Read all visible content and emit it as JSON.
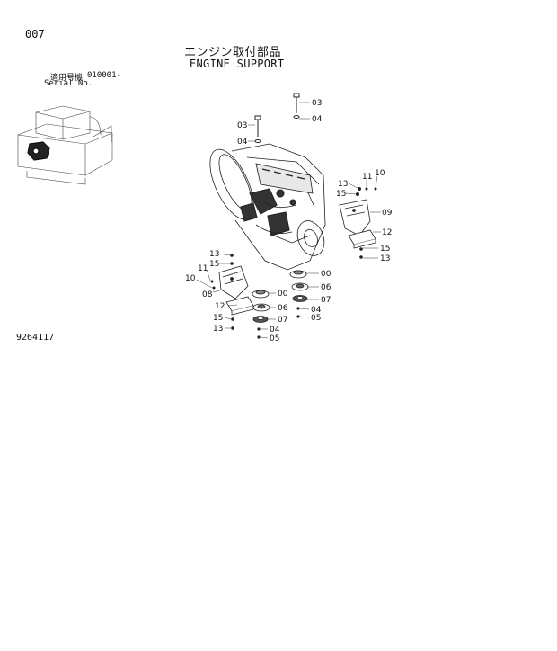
{
  "header": {
    "page_number": "007",
    "title_jp": "エンジン取付部品",
    "title_en": "ENGINE SUPPORT",
    "serial_label_jp": "適用号機",
    "serial_value": "010001-",
    "serial_label_en": "Serial No."
  },
  "footer": {
    "drawing_number": "9264117"
  },
  "callouts": [
    {
      "id": "c-03a",
      "text": "03"
    },
    {
      "id": "c-04a",
      "text": "04"
    },
    {
      "id": "c-03b",
      "text": "03"
    },
    {
      "id": "c-04b",
      "text": "04"
    },
    {
      "id": "c-13a",
      "text": "13"
    },
    {
      "id": "c-11a",
      "text": "11"
    },
    {
      "id": "c-10a",
      "text": "10"
    },
    {
      "id": "c-15a",
      "text": "15"
    },
    {
      "id": "c-09",
      "text": "09"
    },
    {
      "id": "c-12a",
      "text": "12"
    },
    {
      "id": "c-15b",
      "text": "15"
    },
    {
      "id": "c-13b",
      "text": "13"
    },
    {
      "id": "c-13c",
      "text": "13"
    },
    {
      "id": "c-15c",
      "text": "15"
    },
    {
      "id": "c-11b",
      "text": "11"
    },
    {
      "id": "c-10b",
      "text": "10"
    },
    {
      "id": "c-08",
      "text": "08"
    },
    {
      "id": "c-00a",
      "text": "00"
    },
    {
      "id": "c-06a",
      "text": "06"
    },
    {
      "id": "c-07a",
      "text": "07"
    },
    {
      "id": "c-04c",
      "text": "04"
    },
    {
      "id": "c-05a",
      "text": "05"
    },
    {
      "id": "c-00b",
      "text": "00"
    },
    {
      "id": "c-12b",
      "text": "12"
    },
    {
      "id": "c-06b",
      "text": "06"
    },
    {
      "id": "c-15d",
      "text": "15"
    },
    {
      "id": "c-07b",
      "text": "07"
    },
    {
      "id": "c-13d",
      "text": "13"
    },
    {
      "id": "c-04d",
      "text": "04"
    },
    {
      "id": "c-05b",
      "text": "05"
    }
  ]
}
